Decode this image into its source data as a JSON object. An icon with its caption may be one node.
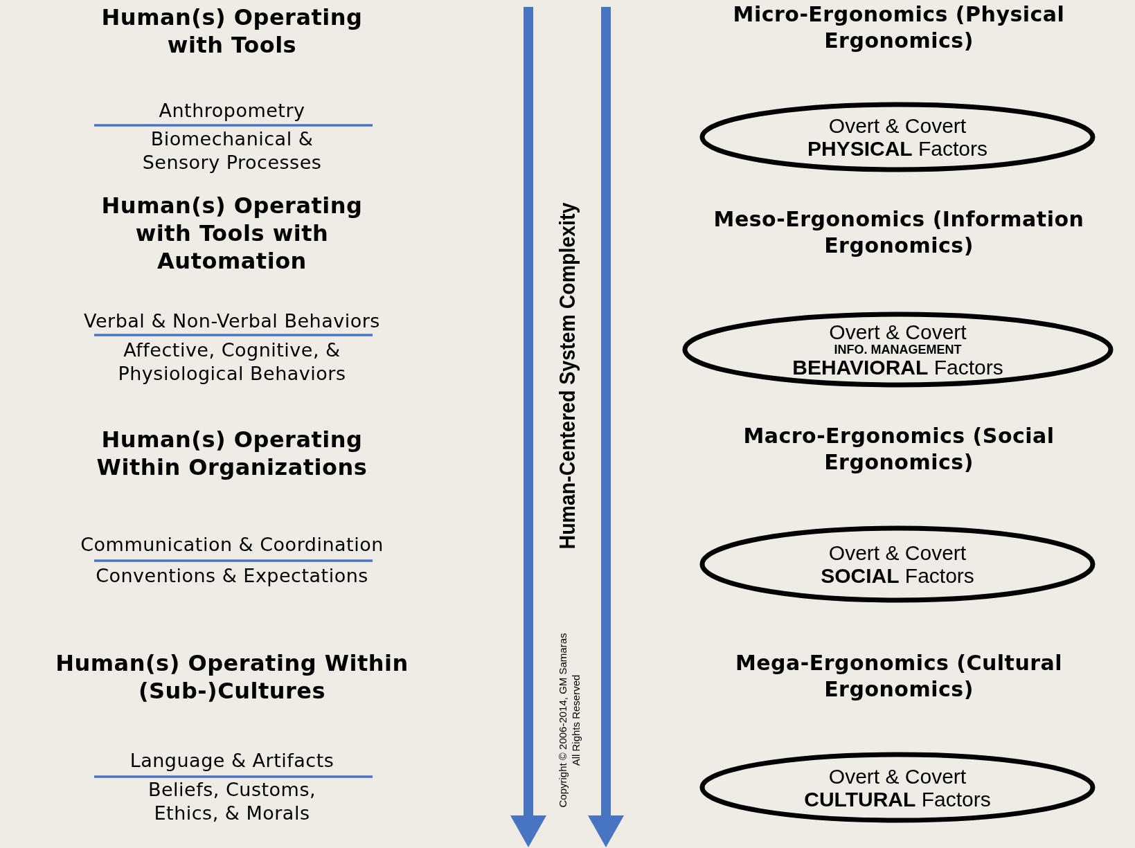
{
  "diagram": {
    "nodes": [
      {
        "text": [
          "Overt & Covert",
          "**PHYSICAL** Factors"
        ]
      },
      {
        "text": [
          "Overt & Covert",
          "INFO. MANAGEMENT",
          "**BEHAVIORAL** Factors"
        ]
      },
      {
        "text": [
          "Overt & Covert",
          "**SOCIAL** Factors"
        ]
      },
      {
        "text": [
          "Overt & Covert",
          "**CULTURAL** Factors"
        ]
      }
    ],
    "labels": [
      "Human(s) Operating with Tools",
      "Micro-Ergonomics (Physical Ergonomics)",
      "Anthropometry",
      "Biomechanical & Sensory Processes",
      "Human(s) Operating with Tools with Automation",
      "Meso-Ergonomics (Information Ergonomics)",
      "Verbal & Non-Verbal Behaviors",
      "Affective, Cognitive, & Physiological Behaviors",
      "Human(s) Operating Within Organizations",
      "Macro-Ergonomics (Social Ergonomics)",
      "Communication & Coordination",
      "Conventions & Expectations",
      "Human(s) Operating Within (Sub-)Cultures",
      "Mega-Ergonomics (Cultural Ergonomics)",
      "Language & Artifacts",
      "Beliefs, Customs, Ethics, & Morals",
      "Human-Centered System Complexity",
      "Copyright © 2006-2014, GM Samaras",
      "All Rights Reserved"
    ]
  }
}
